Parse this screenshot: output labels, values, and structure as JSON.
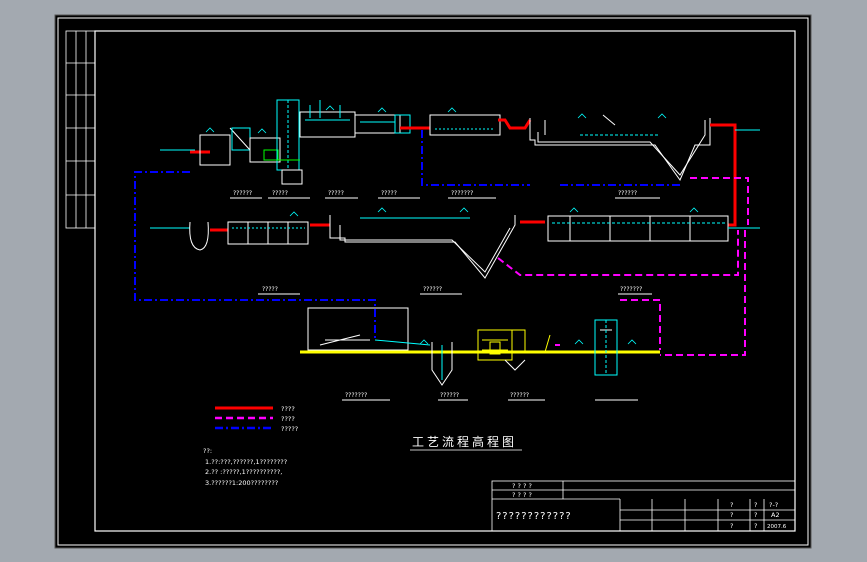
{
  "drawing": {
    "title": "工艺流程高程图",
    "legend": {
      "items": [
        {
          "label": "????",
          "color": "#ff0000",
          "style": "solid"
        },
        {
          "label": "????",
          "color": "#ff00ff",
          "style": "dashed"
        },
        {
          "label": "?????",
          "color": "#0000ff",
          "style": "dashdot"
        }
      ]
    },
    "notes": {
      "heading": "??:",
      "lines": [
        "1.??:???,??????,1????????",
        "2.?? :?????,1??????????,",
        "3.??????1:200????????"
      ]
    },
    "title_block": {
      "designer_row1": "? ? ? ?",
      "designer_row2": "? ? ? ?",
      "project_name": "????????????",
      "cells": [
        "?",
        "?",
        "?-?",
        "?",
        "?",
        "A2",
        "?",
        "?",
        "2007.6"
      ]
    },
    "process_labels": [
      "??????",
      "?????",
      "?????",
      "?????",
      "???????",
      "??????",
      "?????",
      "??????",
      "???????",
      "???????",
      "??????",
      "??????"
    ],
    "colors": {
      "background": "#000000",
      "frame": "#ffffff",
      "sludge": "#ff0000",
      "air": "#ff00ff",
      "water": "#0000ff",
      "structure": "#ffffff",
      "equipment_cyan": "#00ffff",
      "equipment_yellow": "#ffff00",
      "equipment_green": "#00ff00"
    }
  }
}
